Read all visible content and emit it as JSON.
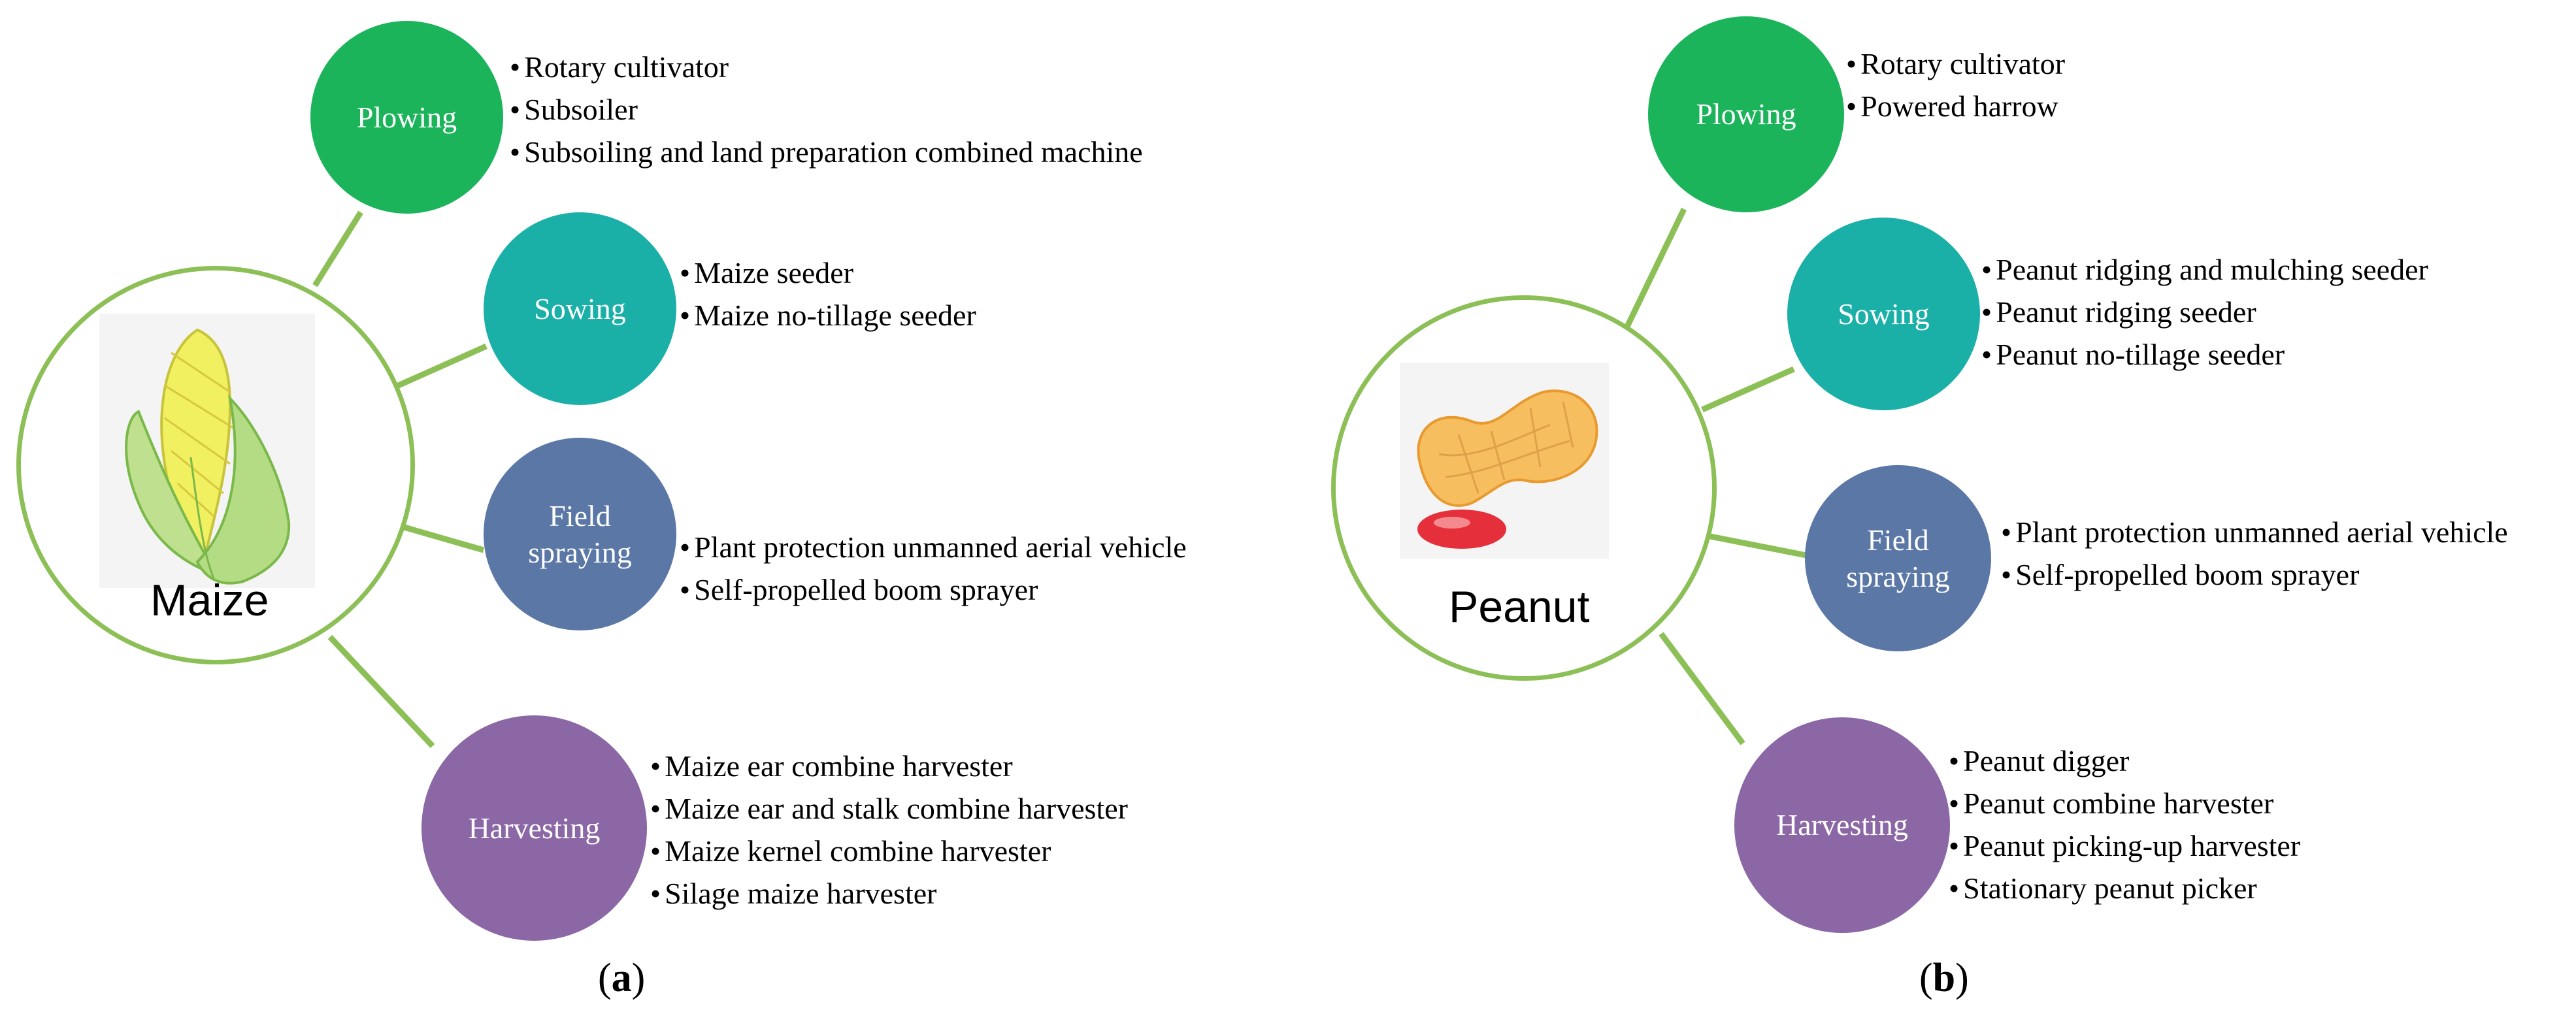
{
  "colors": {
    "ring": "#8cc056",
    "plowing": "#1bb45a",
    "sowing": "#1ab0a8",
    "spraying": "#5a77a6",
    "harvesting": "#8c67a5"
  },
  "panels": [
    {
      "hub_label": "Maize",
      "caption_letter": "a",
      "stages": [
        {
          "label": "Plowing",
          "items": [
            "Rotary cultivator",
            "Subsoiler",
            "Subsoiling and land preparation combined machine"
          ]
        },
        {
          "label": "Sowing",
          "items": [
            "Maize seeder",
            "Maize no-tillage seeder"
          ]
        },
        {
          "label": "Field\nspraying",
          "items": [
            "Plant protection unmanned aerial vehicle",
            "Self-propelled boom sprayer"
          ]
        },
        {
          "label": "Harvesting",
          "items": [
            "Maize ear combine harvester",
            "Maize ear and stalk combine harvester",
            "Maize kernel combine harvester",
            "Silage maize harvester"
          ]
        }
      ]
    },
    {
      "hub_label": "Peanut",
      "caption_letter": "b",
      "stages": [
        {
          "label": "Plowing",
          "items": [
            "Rotary cultivator",
            "Powered harrow"
          ]
        },
        {
          "label": "Sowing",
          "items": [
            "Peanut ridging and mulching seeder",
            "Peanut ridging seeder",
            "Peanut no-tillage seeder"
          ]
        },
        {
          "label": "Field\nspraying",
          "items": [
            "Plant protection unmanned aerial vehicle",
            "Self-propelled boom sprayer"
          ]
        },
        {
          "label": "Harvesting",
          "items": [
            "Peanut digger",
            "Peanut combine harvester",
            "Peanut picking-up harvester",
            "Stationary peanut picker"
          ]
        }
      ]
    }
  ]
}
